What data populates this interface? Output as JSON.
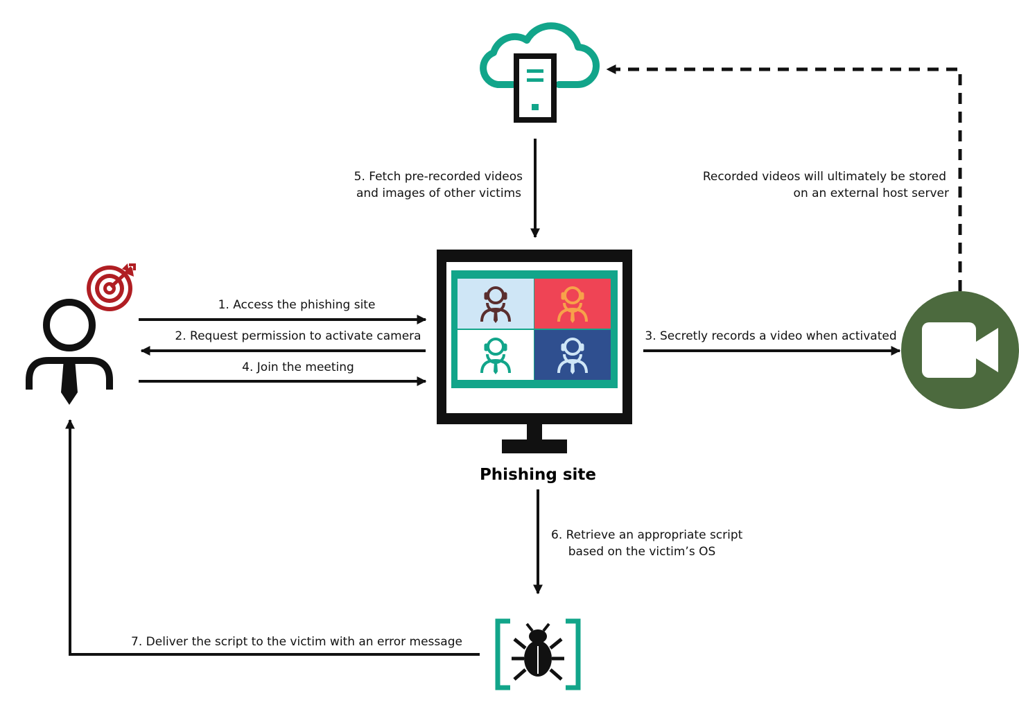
{
  "colors": {
    "teal": "#12a58a",
    "dark": "#111111",
    "target_red": "#b01e23",
    "camera_green": "#4c6a3e",
    "tile_light_blue": "#cfe6f6",
    "tile_red": "#ef4455",
    "tile_white": "#ffffff",
    "tile_navy": "#2f4f8f"
  },
  "icons": {
    "victim": "person-with-tie-icon",
    "target": "target-with-arrow-icon",
    "cloud": "cloud-server-icon",
    "monitor": "monitor-video-meeting-icon",
    "camera": "video-camera-icon",
    "bug": "malware-bug-icon"
  },
  "labels": {
    "phishing_site": "Phishing site",
    "step1": "1. Access the phishing site",
    "step2": "2. Request permission to activate camera",
    "step3": "3. Secretly records a video when activated",
    "step4": "4. Join the meeting",
    "step5_line1": "5. Fetch pre-recorded videos",
    "step5_line2": "and images of other victims",
    "step6_line1": "6. Retrieve an appropriate script",
    "step6_line2": "based on the victim’s OS",
    "step7": "7. Deliver the script to the victim with an error message",
    "storage_line1": "Recorded videos will ultimately be stored",
    "storage_line2": "on an external host server"
  }
}
